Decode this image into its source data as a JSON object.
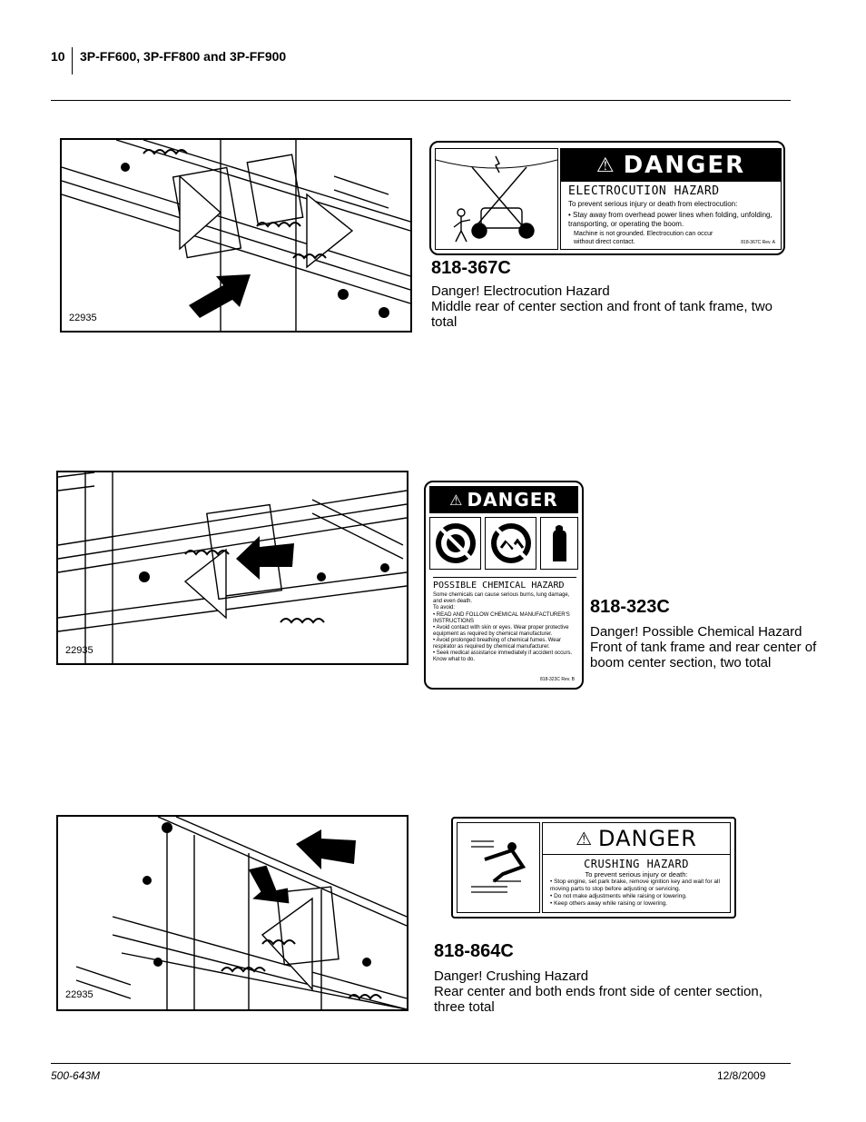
{
  "header": {
    "page_number": "10",
    "title": "3P-FF600, 3P-FF800 and 3P-FF900"
  },
  "footer": {
    "doc_number": "500-643M",
    "date": "12/8/2009"
  },
  "sections": [
    {
      "figure_number": "22935",
      "part_number": "818-367C",
      "line1": "Danger! Electrocution Hazard",
      "line2": "Middle rear of center section and front of tank frame, two total",
      "decal": {
        "signal_word": "DANGER",
        "hazard": "ELECTROCUTION HAZARD",
        "intro": "To prevent serious injury or death from electrocution:",
        "bullet": "Stay away from overhead power lines when folding, unfolding, transporting, or operating the boom.",
        "note": "Machine is not grounded. Electrocution can occur without direct contact.",
        "code": "818-367C Rev. A"
      }
    },
    {
      "figure_number": "22935",
      "part_number": "818-323C",
      "line1": "Danger! Possible Chemical Hazard",
      "line2": "Front of tank frame and rear center of boom center section, two total",
      "decal": {
        "signal_word": "DANGER",
        "hazard": "POSSIBLE CHEMICAL HAZARD",
        "intro": "Some chemicals can cause serious burns, lung damage, and even death.",
        "to_avoid": "To avoid:",
        "bullets": [
          "READ AND FOLLOW CHEMICAL MANUFACTURER'S INSTRUCTIONS",
          "Avoid contact with skin or eyes. Wear proper protective equipment as required by chemical manufacturer.",
          "Avoid prolonged breathing of chemical fumes. Wear respirator as required by chemical manufacturer.",
          "Seek medical assistance immediately if accident occurs. Know what to do."
        ],
        "code": "818-323C Rev. B"
      }
    },
    {
      "figure_number": "22935",
      "part_number": "818-864C",
      "line1": "Danger! Crushing Hazard",
      "line2": "Rear center and both ends front side of center section, three total",
      "decal": {
        "signal_word": "DANGER",
        "hazard": "CRUSHING HAZARD",
        "intro": "To prevent serious injury or death:",
        "bullets": [
          "Stop engine, set park brake, remove ignition key and wait for all moving parts to stop before adjusting or servicing.",
          "Do not make adjustments while raising or lowering.",
          "Keep others away while raising or lowering."
        ]
      }
    }
  ]
}
